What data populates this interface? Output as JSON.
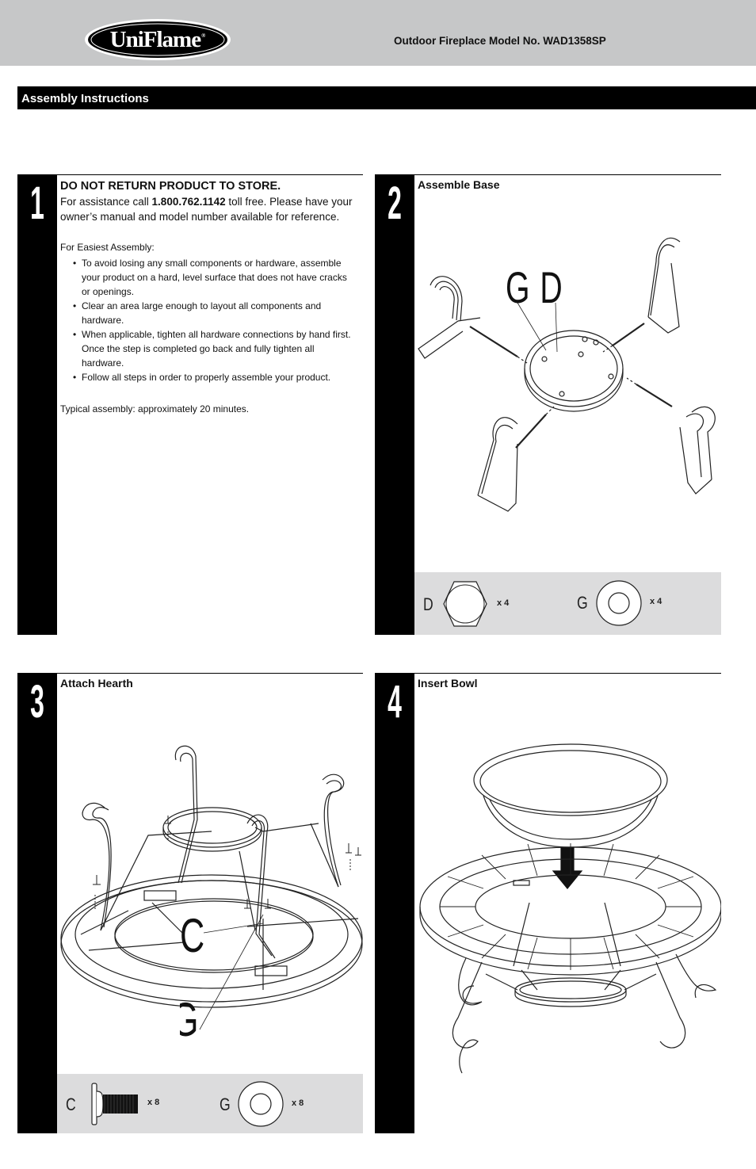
{
  "header": {
    "brand": "UniFlame",
    "trademark": "®",
    "model_text": "Outdoor Fireplace Model No. WAD1358SP"
  },
  "section": {
    "title": "Assembly Instructions"
  },
  "steps": [
    {
      "number": "1",
      "heading": "DO NOT RETURN PRODUCT TO STORE.",
      "assist_prefix": "For assistance call ",
      "phone": "1.800.762.1142",
      "assist_suffix": " toll free. Please have your owner’s manual and model number available for reference.",
      "easiest_label": "For Easiest Assembly:",
      "tips": [
        "To avoid losing any small components or hardware, assemble your product on a hard, level surface that does not have cracks or openings.",
        "Clear an area large enough to layout all components and hardware.",
        "When applicable, tighten all hardware connections by hand first. Once the step is completed go back and fully tighten all hardware.",
        "Follow all steps in order to properly assemble your product."
      ],
      "typical": "Typical assembly: approximately 20 minutes."
    },
    {
      "number": "2",
      "title": "Assemble Base",
      "callouts": [
        "G",
        "D"
      ],
      "hardware": [
        {
          "letter": "D",
          "qty": "x 4",
          "icon": "hex-nut-icon"
        },
        {
          "letter": "G",
          "qty": "x 4",
          "icon": "washer-icon"
        }
      ]
    },
    {
      "number": "3",
      "title": "Attach Hearth",
      "callouts": [
        "C",
        "G"
      ],
      "hardware": [
        {
          "letter": "C",
          "qty": "x 8",
          "icon": "bolt-icon"
        },
        {
          "letter": "G",
          "qty": "x 8",
          "icon": "washer-icon"
        }
      ]
    },
    {
      "number": "4",
      "title": "Insert Bowl"
    }
  ],
  "colors": {
    "header_bg": "#c6c7c8",
    "bar_bg": "#000000",
    "hardware_bg": "#dcdcdd"
  }
}
